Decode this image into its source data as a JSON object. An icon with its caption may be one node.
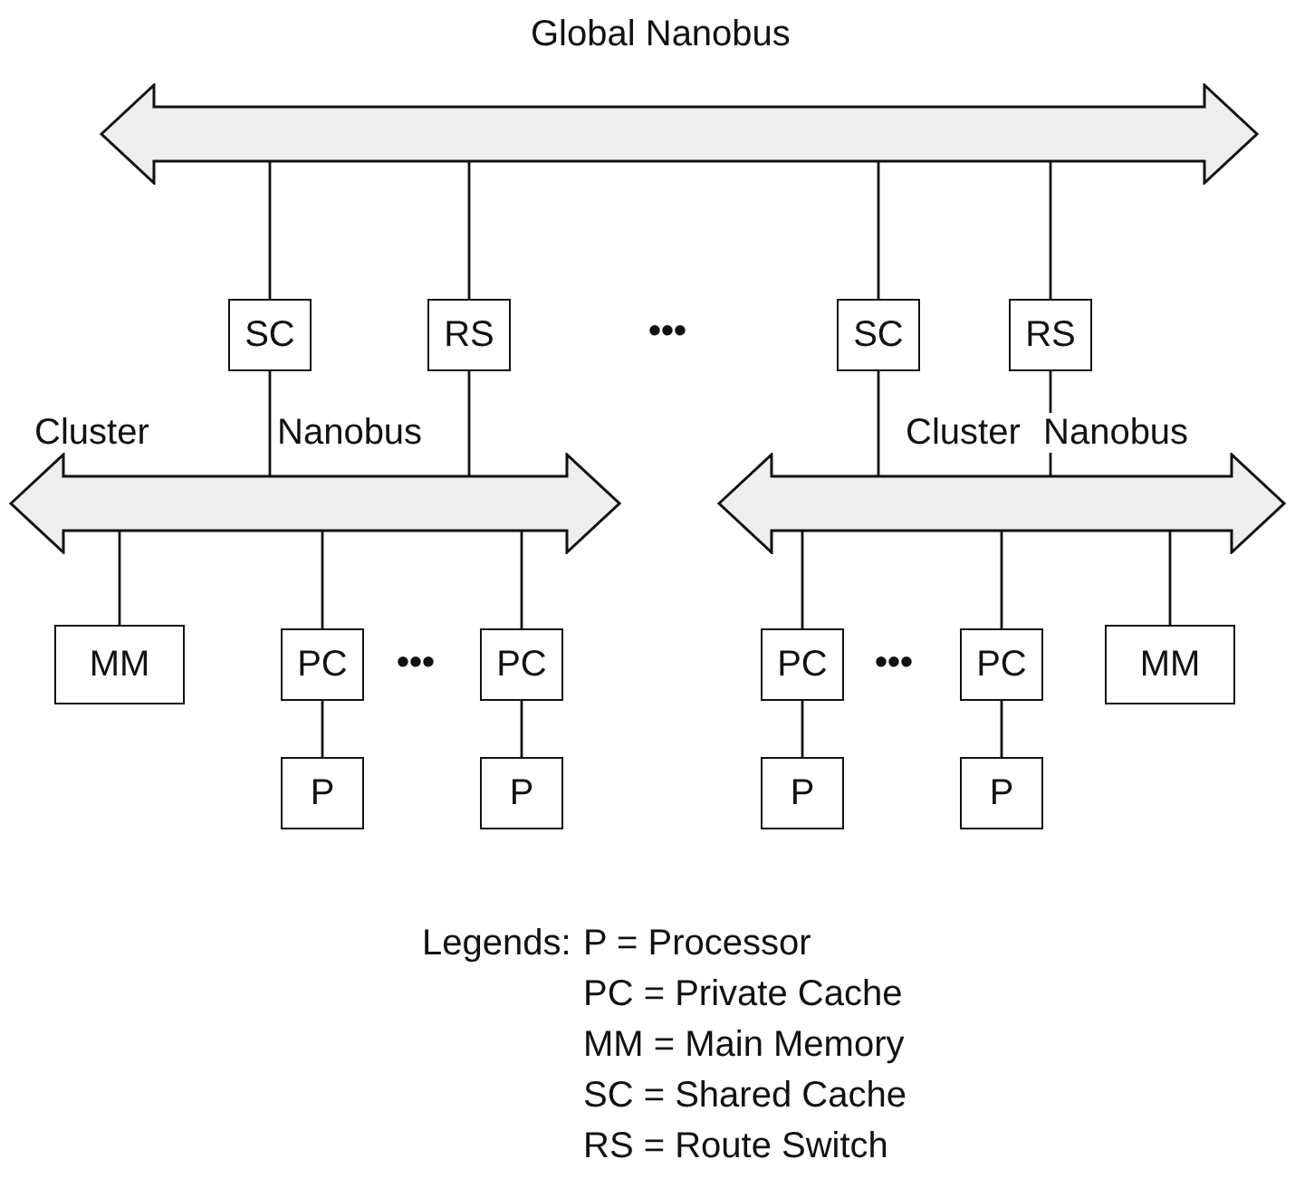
{
  "diagram": {
    "nodes": [
      {
        "text": [
          "Global Nanobus"
        ]
      },
      {
        "text": [
          "SC"
        ]
      },
      {
        "text": [
          "RS"
        ]
      },
      {
        "text": [
          "SC"
        ]
      },
      {
        "text": [
          "RS"
        ]
      },
      {
        "text": [
          "Cluster",
          "Nanobus"
        ]
      },
      {
        "text": [
          "Cluster",
          "Nanobus"
        ]
      },
      {
        "text": [
          "MM"
        ]
      },
      {
        "text": [
          "PC"
        ]
      },
      {
        "text": [
          "PC"
        ]
      },
      {
        "text": [
          "P"
        ]
      },
      {
        "text": [
          "P"
        ]
      },
      {
        "text": [
          "PC"
        ]
      },
      {
        "text": [
          "PC"
        ]
      },
      {
        "text": [
          "MM"
        ]
      },
      {
        "text": [
          "P"
        ]
      },
      {
        "text": [
          "P"
        ]
      }
    ],
    "edges": [
      {
        "from": 1,
        "to": 0,
        "arrow": "none"
      },
      {
        "from": 2,
        "to": 0,
        "arrow": "none"
      },
      {
        "from": 3,
        "to": 0,
        "arrow": "none"
      },
      {
        "from": 4,
        "to": 0,
        "arrow": "none"
      },
      {
        "from": 1,
        "to": 5,
        "arrow": "none"
      },
      {
        "from": 2,
        "to": 5,
        "arrow": "none"
      },
      {
        "from": 3,
        "to": 6,
        "arrow": "none"
      },
      {
        "from": 4,
        "to": 6,
        "arrow": "none"
      },
      {
        "from": 5,
        "to": 7,
        "arrow": "none"
      },
      {
        "from": 5,
        "to": 8,
        "arrow": "none"
      },
      {
        "from": 5,
        "to": 9,
        "arrow": "none"
      },
      {
        "from": 8,
        "to": 10,
        "arrow": "none"
      },
      {
        "from": 9,
        "to": 11,
        "arrow": "none"
      },
      {
        "from": 6,
        "to": 12,
        "arrow": "none"
      },
      {
        "from": 6,
        "to": 13,
        "arrow": "none"
      },
      {
        "from": 6,
        "to": 14,
        "arrow": "none"
      },
      {
        "from": 12,
        "to": 15,
        "arrow": "none"
      },
      {
        "from": 13,
        "to": 16,
        "arrow": "none"
      }
    ],
    "labels": [
      "•••",
      "•••",
      "•••",
      "Legends:"
    ],
    "legend": [
      {
        "text": "P = Processor"
      },
      {
        "text": "PC = Private Cache"
      },
      {
        "text": "MM = Main Memory"
      },
      {
        "text": "SC = Shared Cache"
      },
      {
        "text": "RS = Route Switch"
      }
    ]
  }
}
